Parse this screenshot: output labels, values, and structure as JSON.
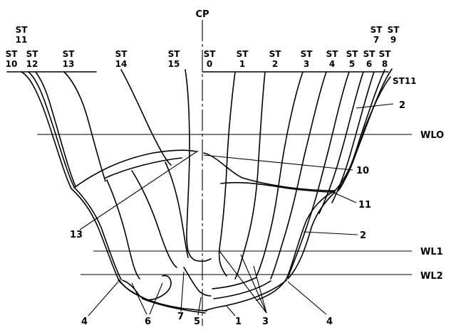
{
  "centerline": {
    "label": "CP"
  },
  "stations_left": [
    {
      "top": "ST",
      "bottom": "10"
    },
    {
      "top": "ST",
      "bottom": "12"
    },
    {
      "top": "ST",
      "bottom": "13"
    },
    {
      "top": "ST",
      "bottom": "14"
    },
    {
      "top": "ST",
      "bottom": "15"
    }
  ],
  "stations_left_extra": [
    {
      "top": "ST",
      "bottom": "11"
    }
  ],
  "stations_right": [
    {
      "top": "ST",
      "bottom": "0"
    },
    {
      "top": "ST",
      "bottom": "1"
    },
    {
      "top": "ST",
      "bottom": "2"
    },
    {
      "top": "ST",
      "bottom": "3"
    },
    {
      "top": "ST",
      "bottom": "4"
    },
    {
      "top": "ST",
      "bottom": "5"
    },
    {
      "top": "ST",
      "bottom": "6"
    },
    {
      "top": "ST",
      "bottom": "8"
    }
  ],
  "stations_right_extra": [
    {
      "top": "ST",
      "bottom": "7"
    },
    {
      "top": "ST",
      "bottom": "9"
    }
  ],
  "st11_right": "ST11",
  "waterlines": [
    "WLO",
    "WL1",
    "WL2"
  ],
  "callouts": [
    "2",
    "10",
    "11",
    "2",
    "13",
    "4",
    "6",
    "7",
    "5",
    "1",
    "3",
    "4"
  ]
}
